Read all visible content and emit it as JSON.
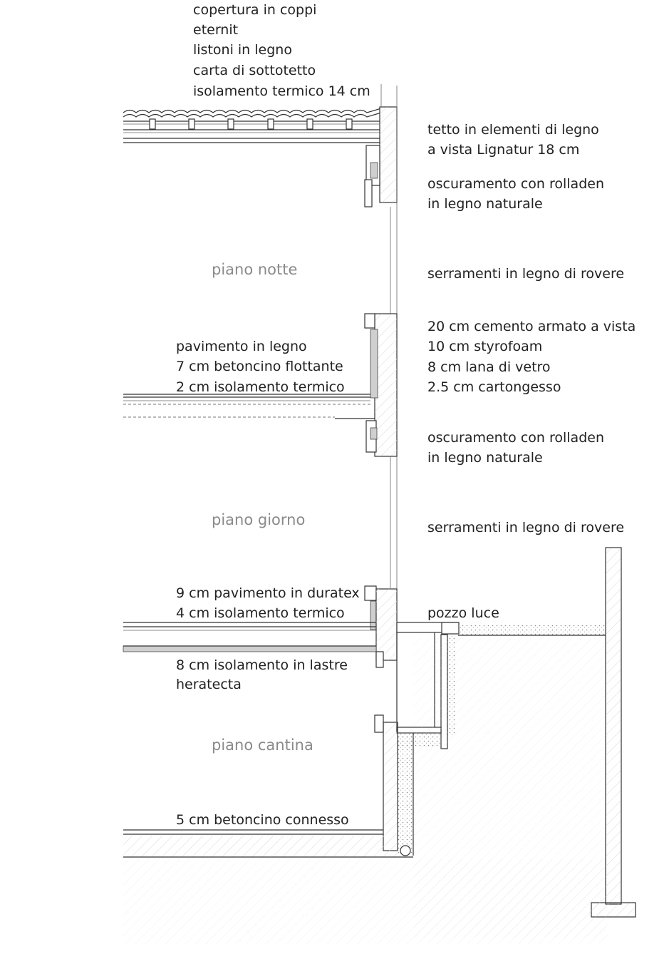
{
  "labels": {
    "roof": {
      "line1": "copertura in coppi",
      "line2": "eternit",
      "line3": "listoni in legno",
      "line4": "carta di sottotetto",
      "line5": "isolamento termico 14 cm"
    },
    "roof_right": {
      "line1": "tetto in elementi di legno",
      "line2": "a vista Lignatur 18 cm"
    },
    "shutter_top": {
      "line1": "oscuramento con rolladen",
      "line2": "in legno naturale"
    },
    "window_top": "serramenti in legno di rovere",
    "wall": {
      "line1": "20 cm cemento armato a vista",
      "line2": "10 cm styrofoam",
      "line3": "8 cm lana di vetro",
      "line4": "2.5 cm cartongesso"
    },
    "floor1": {
      "line1": "pavimento in legno",
      "line2": "7 cm betoncino flottante",
      "line3": "2 cm isolamento termico"
    },
    "shutter_mid": {
      "line1": "oscuramento con rolladen",
      "line2": "in legno naturale"
    },
    "window_mid": "serramenti in legno di rovere",
    "floor0": {
      "line1": "9 cm pavimento in duratex",
      "line2": "4 cm isolamento termico"
    },
    "light_well": "pozzo luce",
    "basement_ceiling": {
      "line1": "8 cm isolamento in lastre",
      "line2": "heratecta"
    },
    "basement_floor": "5 cm betoncino connesso"
  },
  "rooms": {
    "night": "piano notte",
    "day": "piano giorno",
    "cellar": "piano cantina"
  }
}
